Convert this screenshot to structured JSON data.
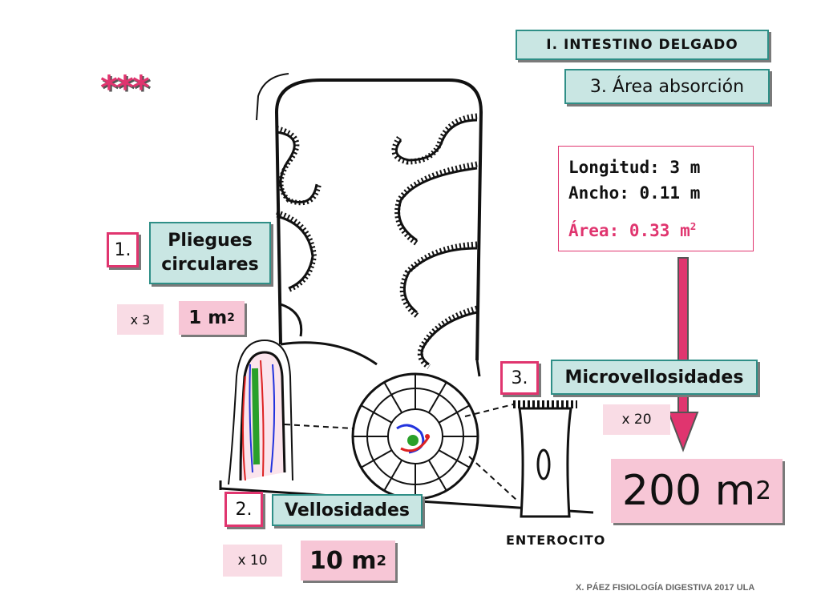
{
  "header": {
    "section_title": "I. INTESTINO DELGADO",
    "subtitle": "3. Área absorción",
    "stars": "***"
  },
  "info": {
    "longitud": "Longitud: 3 m",
    "ancho": "Ancho: 0.11 m",
    "area_prefix": "Área: 0.33 m",
    "area_exp": "2"
  },
  "pliegues": {
    "number": "1.",
    "label_line1": "Pliegues",
    "label_line2": "circulares",
    "multiplier": "x 3",
    "result": "1 m",
    "result_exp": "2"
  },
  "vellosidades": {
    "number": "2.",
    "label": "Vellosidades",
    "multiplier": "x 10",
    "result": "10 m",
    "result_exp": "2"
  },
  "microvellosidades": {
    "number": "3.",
    "label": "Microvellosidades",
    "multiplier": "x 20"
  },
  "total": {
    "value": "200 m",
    "exp": "2"
  },
  "drawing": {
    "enterocito_label": "ENTEROCITO"
  },
  "footer": "X. PÁEZ   FISIOLOGÍA DIGESTIVA 2017  ULA",
  "colors": {
    "pink": "#e0356f",
    "teal": "#2f8f87",
    "teal_fill": "#c9e6e3",
    "pink_fill": "#f7c6d6"
  }
}
